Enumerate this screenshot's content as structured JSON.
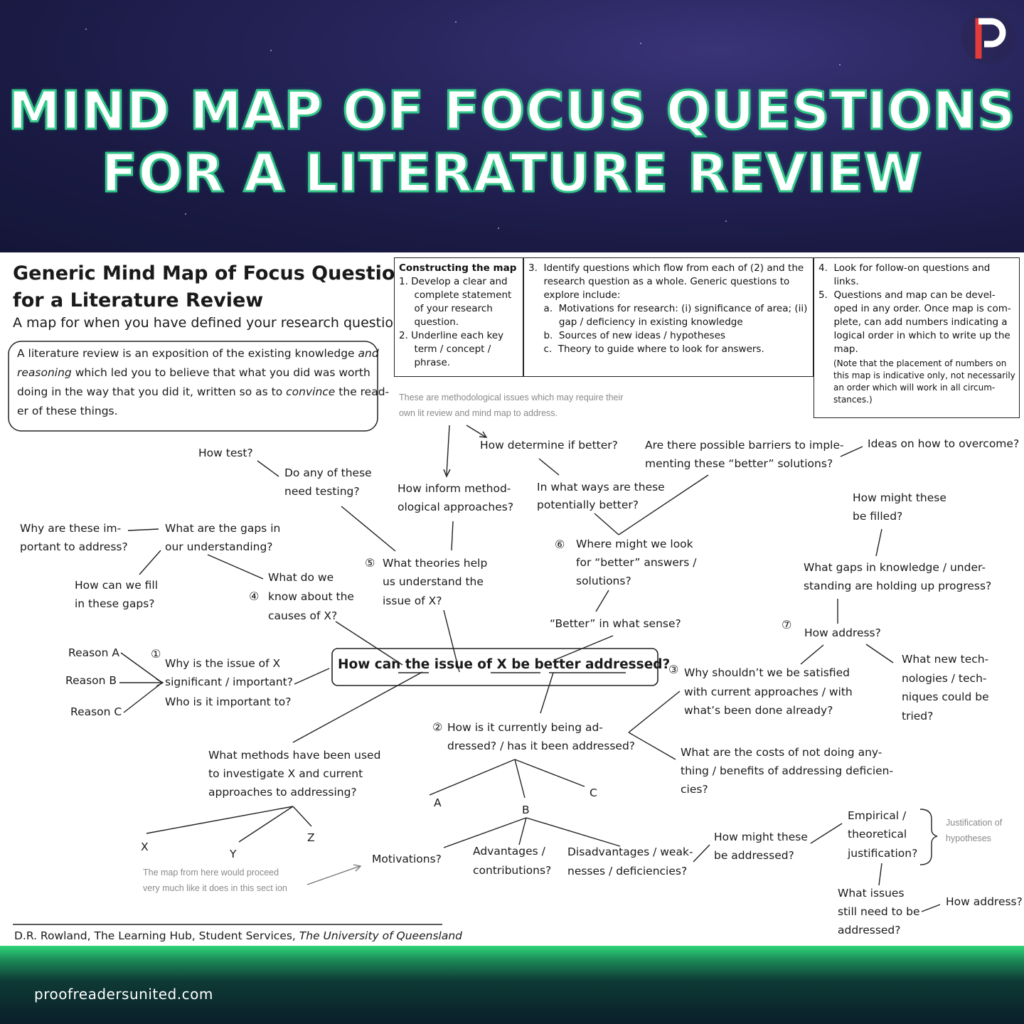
{
  "banner": {
    "title_line1": "MIND MAP OF FOCUS QUESTIONS",
    "title_line2": "FOR A LITERATURE REVIEW",
    "logo_icon": "proofreaders-p-logo",
    "colors": {
      "title_stroke": "#34c98a",
      "background": "#1c1b3f"
    }
  },
  "doc": {
    "heading_line1": "Generic Mind Map of Focus Questions",
    "heading_line2": "for a Literature Review",
    "subheading": "A map for when you have defined your research question.",
    "definition": {
      "line1_a": "A literature review is an exposition of the existing knowledge ",
      "line1_b": "and",
      "line2_a": "reasoning",
      "line2_b": " which led you to believe that what you did was worth",
      "line3_a": "doing in the way that you did it, written so as to ",
      "line3_b": "convince",
      "line3_c": " the read-",
      "line4": "er of these things."
    },
    "box1": {
      "title": "Constructing the map",
      "lines": [
        "1.  Develop a clear and",
        "     complete statement",
        "     of your research",
        "     question.",
        "2.  Underline each key",
        "     term / concept /",
        "     phrase."
      ]
    },
    "box2": {
      "lines": [
        "3.  Identify questions which flow from each of (2) and the",
        "     research question as a whole. Generic questions to",
        "     explore include:",
        "     a.  Motivations for research: (i) significance of area; (ii)",
        "          gap / deficiency in existing knowledge",
        "     b.  Sources of new ideas / hypotheses",
        "     c.  Theory to guide where to look for answers."
      ]
    },
    "box3": {
      "lines": [
        "4.  Look for follow-on questions and",
        "     links.",
        "5.  Questions and map can be devel-",
        "     oped in any order. Once map is com-",
        "     plete, can add numbers indicating a",
        "     logical order in which to write up the",
        "     map."
      ],
      "note_lines": [
        "(Note that the placement of numbers on",
        "this map is indicative only, not necessarily",
        "an order which will work in all circum-",
        "stances.)"
      ]
    },
    "method_note": [
      "These are methodological issues which may require their",
      "own lit review and mind map to address."
    ],
    "central": "How can the issue of X be better addressed?",
    "nodes": {
      "how_test": "How test?",
      "need_testing": [
        "Do any of these",
        "need testing?"
      ],
      "inform_method": [
        "How inform method-",
        "ological approaches?"
      ],
      "determine_better": "How determine if better?",
      "in_what_ways": [
        "In what ways are these",
        "potentially better?"
      ],
      "barriers": [
        "Are there possible barriers to imple-",
        "menting these “better” solutions?"
      ],
      "overcome": "Ideas on how to overcome?",
      "why_important": [
        "Why are these im-",
        "portant to address?"
      ],
      "gaps_understanding": [
        "What are the gaps in",
        "our understanding?"
      ],
      "fill_gaps": [
        "How can we fill",
        "in these gaps?"
      ],
      "know_causes": [
        "What do we",
        "know about the",
        "causes of X?"
      ],
      "theories": [
        "What theories help",
        "us understand the",
        "issue of X?"
      ],
      "where_look": [
        "Where might we look",
        "for “better” answers /",
        "solutions?"
      ],
      "better_sense": "“Better” in what sense?",
      "might_filled": [
        "How might these",
        "be filled?"
      ],
      "gaps_knowledge": [
        "What gaps in knowledge / under-",
        "standing are holding up progress?"
      ],
      "how_address7": "How address?",
      "new_tech": [
        "What new tech-",
        "nologies / tech-",
        "niques could be",
        "tried?"
      ],
      "reason_a": "Reason A",
      "reason_b": "Reason B",
      "reason_c": "Reason C",
      "why_significant": [
        "Why is the issue of X",
        "significant / important?",
        "Who is it important to?"
      ],
      "why_shouldnt": [
        "Why shouldn’t we be satisfied",
        "with current approaches / with",
        "what’s been done already?"
      ],
      "costs": [
        "What are the costs of not doing any-",
        "thing / benefits of addressing deficien-",
        "cies?"
      ],
      "currently": [
        "How is it currently being ad-",
        "dressed? / has it been addressed?"
      ],
      "methods_used": [
        "What methods have been used",
        "to investigate X and current",
        "approaches to addressing?"
      ],
      "a": "A",
      "b": "B",
      "c": "C",
      "x": "X",
      "y": "Y",
      "z": "Z",
      "motivations": "Motivations?",
      "advantages": [
        "Advantages /",
        "contributions?"
      ],
      "disadvantages": [
        "Disadvantages / weak-",
        "nesses / deficiencies?"
      ],
      "might_addressed": [
        "How might these",
        "be addressed?"
      ],
      "empirical": [
        "Empirical /",
        "theoretical",
        "justification?"
      ],
      "justification_note": [
        "Justification of",
        "hypotheses"
      ],
      "issues_still": [
        "What issues",
        "still need to be",
        "addressed?"
      ],
      "how_address_final": "How address?",
      "proceed_note": [
        "The map from here would proceed",
        "very much like it does in this sect ion"
      ]
    },
    "numbers": {
      "n1": "①",
      "n2": "②",
      "n3": "③",
      "n4": "④",
      "n5": "⑤",
      "n6": "⑥",
      "n7": "⑦"
    },
    "credit_a": "D.R. Rowland, The Learning Hub, Student Services, ",
    "credit_b": "The University of Queensland"
  },
  "footer": {
    "site": "proofreadersunited.com"
  }
}
